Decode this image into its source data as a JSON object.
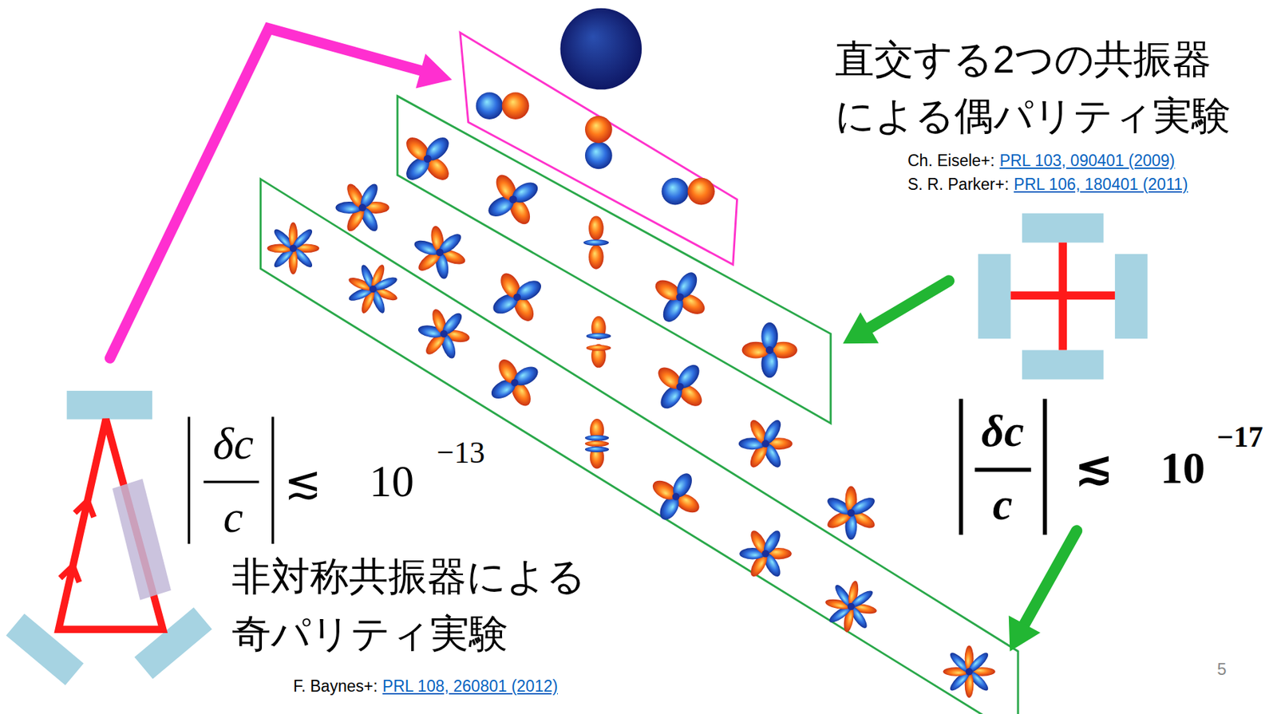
{
  "diagram": {
    "labels": [
      "直交する2つの共振器 による偶パリティ実験",
      "Ch. Eisele+:",
      "PRL 103, 090401 (2009)",
      "S. R. Parker+:",
      "PRL 106, 180401 (2011)",
      "δc",
      "c",
      "≲",
      "10",
      "−13",
      "δc",
      "c",
      "≲",
      "10",
      "−17",
      "非対称共振器による 奇パリティ実験",
      "F. Baynes+:",
      "PRL 108, 260801 (2012)",
      "5"
    ]
  }
}
